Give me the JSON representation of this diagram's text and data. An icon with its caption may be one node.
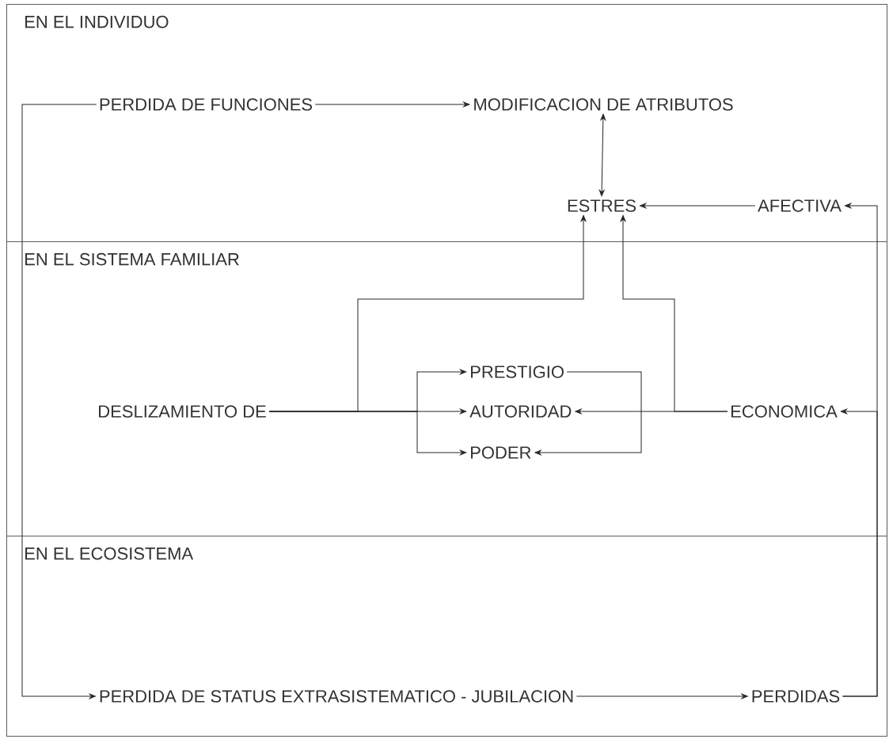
{
  "diagram": {
    "nodes": [
      {
        "text": [
          "EN EL INDIVIDUO"
        ]
      },
      {
        "text": [
          "PERDIDA DE FUNCIONES"
        ],
        "in": 0
      },
      {
        "text": [
          "MODIFICACION DE ATRIBUTOS"
        ],
        "in": 0
      },
      {
        "text": [
          "ESTRES"
        ],
        "in": 0
      },
      {
        "text": [
          "AFECTIVA"
        ],
        "in": 0
      },
      {
        "text": [
          "EN EL SISTEMA FAMILIAR"
        ]
      },
      {
        "text": [
          "PRESTIGIO"
        ],
        "in": 5
      },
      {
        "text": [
          "DESLIZAMIENTO DE"
        ],
        "in": 5
      },
      {
        "text": [
          "AUTORIDAD"
        ],
        "in": 5
      },
      {
        "text": [
          "ECONOMICA"
        ],
        "in": 5
      },
      {
        "text": [
          "PODER"
        ],
        "in": 5
      },
      {
        "text": [
          "EN EL ECOSISTEMA"
        ]
      },
      {
        "text": [
          "PERDIDA DE STATUS EXTRASISTEMATICO - JUBILACION"
        ],
        "in": 11
      },
      {
        "text": [
          "PERDIDAS"
        ],
        "in": 11
      }
    ],
    "edges": [
      {
        "from": 1,
        "to": 2,
        "arrow": "to"
      },
      {
        "from": 2,
        "to": 3,
        "arrow": "both"
      },
      {
        "from": 4,
        "to": 3,
        "arrow": "to"
      },
      {
        "from": 1,
        "to": 12,
        "arrow": "to"
      },
      {
        "from": 12,
        "to": 13,
        "arrow": "to"
      },
      {
        "from": 13,
        "to": 4,
        "arrow": "to"
      },
      {
        "from": 13,
        "to": 9,
        "arrow": "to"
      },
      {
        "from": 7,
        "to": 8,
        "arrow": "to"
      },
      {
        "from": 7,
        "to": 3,
        "arrow": "to"
      },
      {
        "from": 9,
        "to": 8,
        "arrow": "to"
      },
      {
        "from": 9,
        "to": 3,
        "arrow": "to"
      },
      {
        "from": 7,
        "to": 6,
        "arrow": "to"
      },
      {
        "from": 7,
        "to": 10,
        "arrow": "to"
      },
      {
        "from": 6,
        "to": 10,
        "arrow": "to"
      }
    ]
  }
}
